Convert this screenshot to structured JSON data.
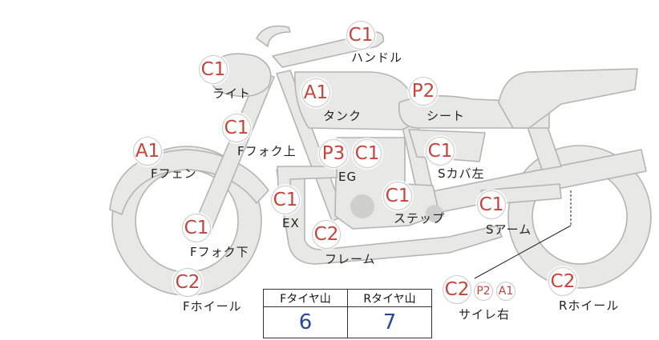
{
  "parts": [
    {
      "id": "handle",
      "rank": "C1",
      "label": "ハンドル"
    },
    {
      "id": "light",
      "rank": "C1",
      "label": "ライト"
    },
    {
      "id": "tank",
      "rank": "A1",
      "label": "タンク"
    },
    {
      "id": "seat",
      "rank": "P2",
      "label": "シート"
    },
    {
      "id": "f-fork-upper",
      "rank": "C1",
      "label": "Fフォク上"
    },
    {
      "id": "f-fender",
      "rank": "A1",
      "label": "Fフェン"
    },
    {
      "id": "engine",
      "ranks": [
        "P3",
        "C1"
      ],
      "label": "EG"
    },
    {
      "id": "s-cover-left",
      "rank": "C1",
      "label": "Sカバ左"
    },
    {
      "id": "exhaust",
      "rank": "C1",
      "label": "EX"
    },
    {
      "id": "step",
      "rank": "C1",
      "label": "ステップ"
    },
    {
      "id": "s-arm",
      "rank": "C1",
      "label": "Sアーム"
    },
    {
      "id": "f-fork-lower",
      "rank": "C1",
      "label": "Fフォク下"
    },
    {
      "id": "frame",
      "rank": "C2",
      "label": "フレーム"
    },
    {
      "id": "f-wheel",
      "rank": "C2",
      "label": "Fホイール"
    },
    {
      "id": "silencer-right",
      "ranks": [
        "C2",
        "P2",
        "A1"
      ],
      "label": "サイレ右"
    },
    {
      "id": "r-wheel",
      "rank": "C2",
      "label": "Rホイール"
    }
  ],
  "tire_table": {
    "headers": [
      "Fタイヤ山",
      "Rタイヤ山"
    ],
    "values": [
      "6",
      "7"
    ]
  },
  "colors": {
    "body_fill": "#e8e8e6",
    "body_stroke": "#b4b4b4",
    "rank_text": "#c8433b",
    "table_value": "#2b4790"
  }
}
